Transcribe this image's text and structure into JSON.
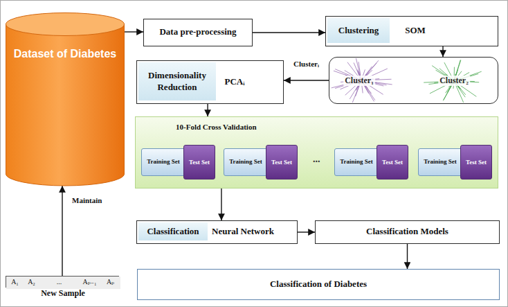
{
  "diagram": {
    "nodes": [
      {
        "text": [
          "Dataset of Diabetes"
        ]
      },
      {
        "text": [
          "Data pre-processing"
        ]
      },
      {
        "text": [
          "Clustering",
          "SOM"
        ]
      },
      {
        "text": [
          "Cluster₁",
          "Cluster₂"
        ]
      },
      {
        "text": [
          "Dimensionality Reduction",
          "PCAᵢ"
        ]
      },
      {
        "text": [
          "10-Fold Cross Validation"
        ]
      },
      {
        "text": [
          "Training Set"
        ],
        "in": 5
      },
      {
        "text": [
          "Test Set"
        ],
        "in": 6
      },
      {
        "text": [
          "Training Set"
        ],
        "in": 5
      },
      {
        "text": [
          "Test Set"
        ],
        "in": 8
      },
      {
        "text": [
          "Training Set"
        ],
        "in": 5
      },
      {
        "text": [
          "Test Set"
        ],
        "in": 10
      },
      {
        "text": [
          "Training Set"
        ],
        "in": 5
      },
      {
        "text": [
          "Test Set"
        ],
        "in": 12
      },
      {
        "text": [
          "Classification",
          "Neural Network"
        ]
      },
      {
        "text": [
          "Classification Models"
        ]
      },
      {
        "text": [
          "Classification of Diabetes"
        ]
      },
      {
        "text": [
          "New Sample"
        ]
      },
      {
        "text": [
          "A₁"
        ],
        "in": 17
      },
      {
        "text": [
          "A₂"
        ],
        "in": 17
      },
      {
        "text": [
          "..."
        ],
        "in": 17
      },
      {
        "text": [
          "Aₚ₋₁"
        ],
        "in": 17
      },
      {
        "text": [
          "Aₚ"
        ],
        "in": 17
      }
    ],
    "edges": [
      {
        "from": 0,
        "to": 1,
        "arrow": "to"
      },
      {
        "from": 1,
        "to": 2,
        "arrow": "to"
      },
      {
        "from": 2,
        "to": 3,
        "arrow": "to"
      },
      {
        "from": 3,
        "to": 4,
        "label": "Clusterᵢ",
        "arrow": "to"
      },
      {
        "from": 4,
        "to": 5,
        "arrow": "to"
      },
      {
        "from": 5,
        "to": 14,
        "arrow": "to"
      },
      {
        "from": 14,
        "to": 15,
        "arrow": "to"
      },
      {
        "from": 15,
        "to": 16,
        "arrow": "to"
      },
      {
        "from": 17,
        "to": 0,
        "label": "Maintain",
        "arrow": "to"
      }
    ],
    "labels": [
      "..."
    ]
  }
}
